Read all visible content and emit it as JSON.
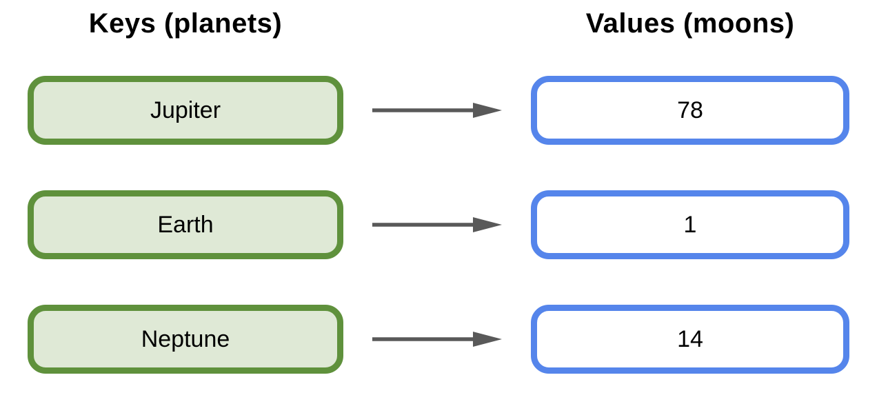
{
  "headers": {
    "keys": "Keys (planets)",
    "values": "Values (moons)"
  },
  "rows": [
    {
      "key": "Jupiter",
      "value": "78"
    },
    {
      "key": "Earth",
      "value": "1"
    },
    {
      "key": "Neptune",
      "value": "14"
    }
  ],
  "colors": {
    "key_box_border": "#5f913c",
    "key_box_fill": "#dfe9d6",
    "value_box_border": "#5585eb",
    "value_box_fill": "#ffffff",
    "arrow_color": "#595959",
    "text_color": "#000000"
  }
}
